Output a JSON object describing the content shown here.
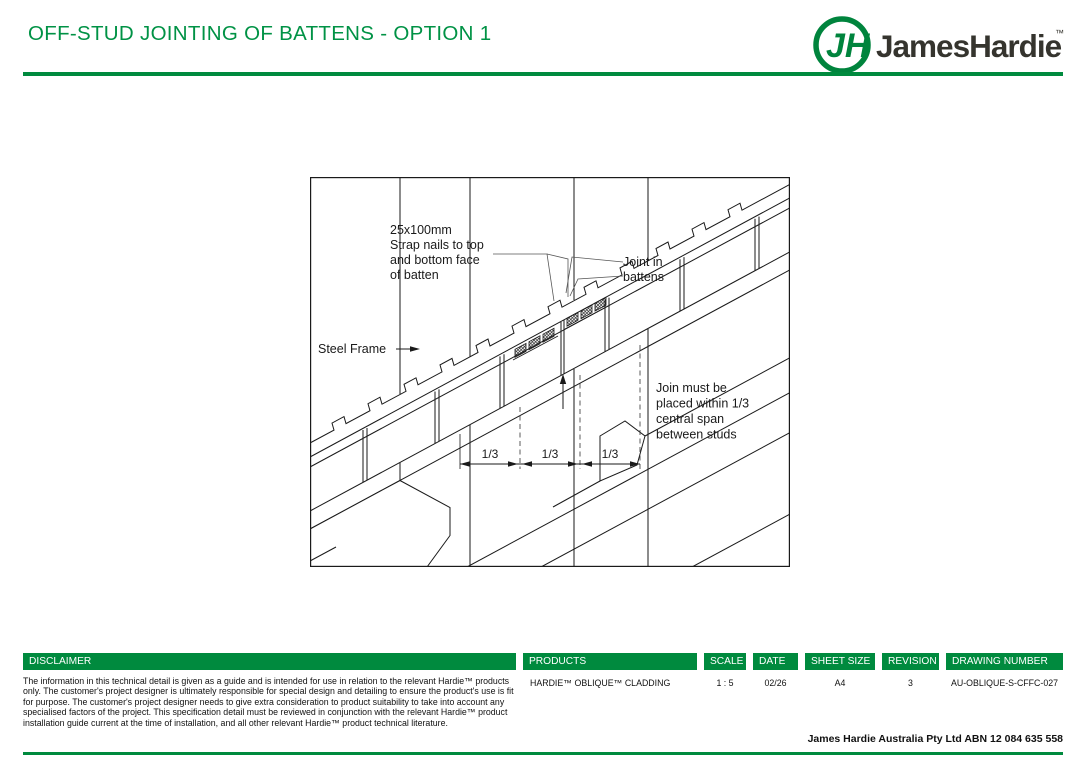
{
  "page": {
    "title": "OFF-STUD JOINTING OF BATTENS - OPTION 1"
  },
  "logo": {
    "monogram": "JH",
    "wordmark": "JamesHardie",
    "trademark": "™"
  },
  "colors": {
    "brand_green": "#008A3E",
    "title_green": "#009245",
    "line_black": "#1A1A1A"
  },
  "drawing": {
    "strap_note": [
      "25x100mm",
      "Strap nails to top",
      "and bottom face",
      "of batten"
    ],
    "joint_note": [
      "Joint in",
      "battens"
    ],
    "steel_frame_label": "Steel Frame",
    "join_note": [
      "Join must be",
      "placed within 1/3",
      "central span",
      "between studs"
    ],
    "thirds": [
      "1/3",
      "1/3",
      "1/3"
    ]
  },
  "footer": {
    "disclaimer": {
      "label": "DISCLAIMER",
      "text": "The information in this technical detail is given as a guide and is intended for use in relation to the relevant Hardie™ products only. The customer's project designer is ultimately responsible for special design and detailing to ensure the product's use is fit for purpose. The customer's project designer needs to give extra consideration to product suitability to take into account any specialised factors of the project. This specification detail must be reviewed in conjunction with the relevant Hardie™ product installation guide current at the time of installation, and all other relevant Hardie™ product technical literature."
    },
    "columns": [
      {
        "label": "PRODUCTS",
        "value": "HARDIE™ OBLIQUE™ CLADDING"
      },
      {
        "label": "SCALE",
        "value": "1 : 5"
      },
      {
        "label": "DATE",
        "value": "02/26"
      },
      {
        "label": "SHEET SIZE",
        "value": "A4"
      },
      {
        "label": "REVISION",
        "value": "3"
      },
      {
        "label": "DRAWING NUMBER",
        "value": "AU-OBLIQUE-S-CFFC-027"
      }
    ],
    "company_line": "James Hardie Australia Pty Ltd ABN 12 084 635 558"
  }
}
